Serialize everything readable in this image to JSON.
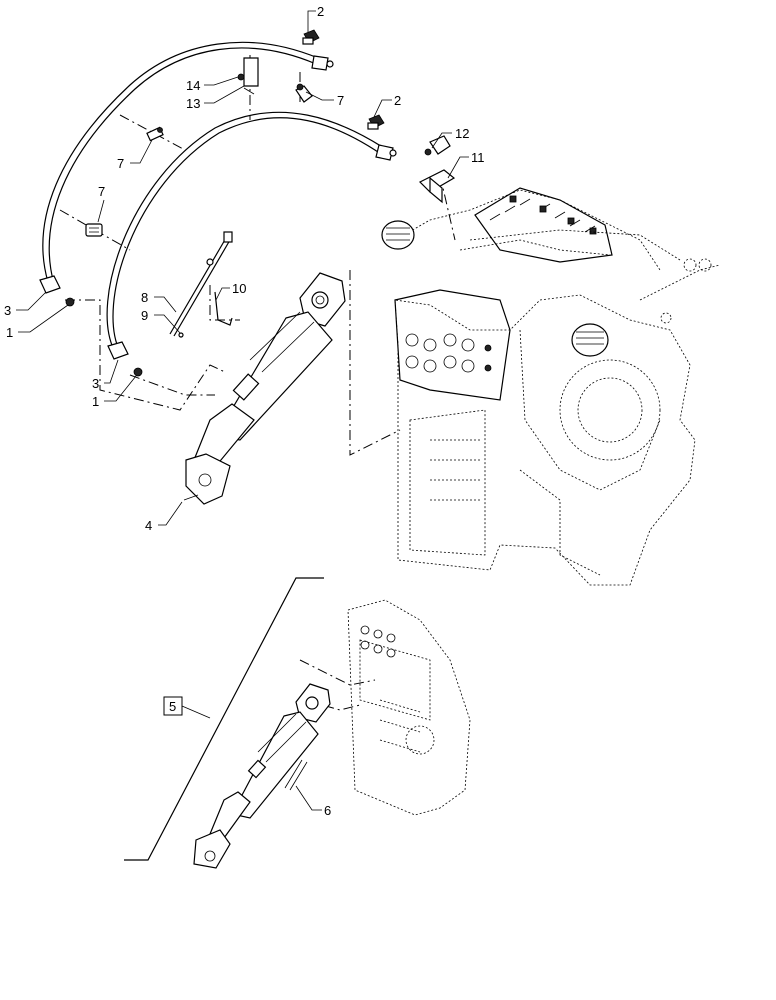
{
  "callouts": {
    "c1a": "1",
    "c1b": "1",
    "c2a": "2",
    "c2b": "2",
    "c3a": "3",
    "c3b": "3",
    "c4": "4",
    "c5": "5",
    "c6": "6",
    "c7a": "7",
    "c7b": "7",
    "c7c": "7",
    "c8": "8",
    "c9": "9",
    "c10": "10",
    "c11": "11",
    "c12": "12",
    "c13": "13",
    "c14": "14"
  }
}
